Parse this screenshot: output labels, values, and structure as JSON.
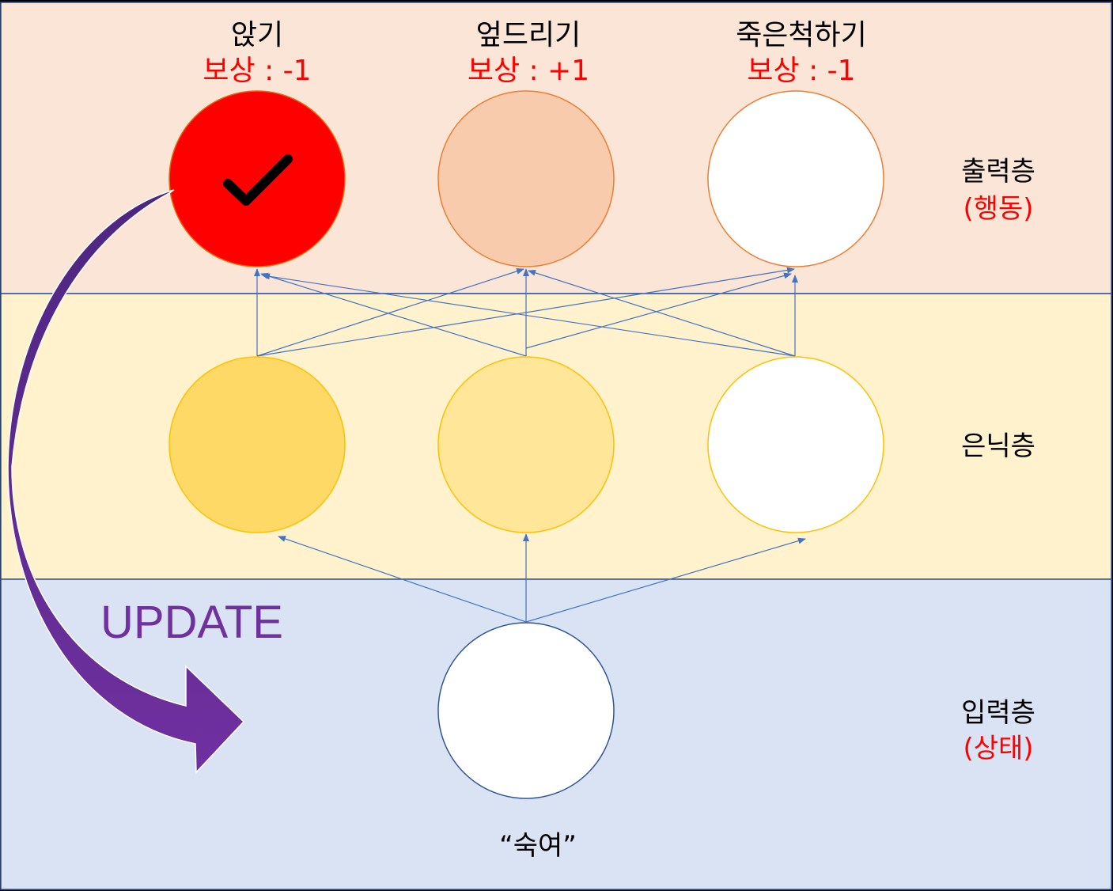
{
  "output_layer": {
    "label": "출력층",
    "sublabel": "(행동)",
    "actions": [
      {
        "name": "앉기",
        "reward": "보상 : -1",
        "fill": "#ff0000",
        "stroke": "#e36c0a",
        "selected": true
      },
      {
        "name": "엎드리기",
        "reward": "보상 : +1",
        "fill": "#f8cbad",
        "stroke": "#ed7d31",
        "selected": false
      },
      {
        "name": "죽은척하기",
        "reward": "보상 : -1",
        "fill": "#ffffff",
        "stroke": "#ed7d31",
        "selected": false
      }
    ]
  },
  "hidden_layer": {
    "label": "은닉층",
    "nodes": [
      {
        "fill": "#ffd966",
        "stroke": "#ffc000"
      },
      {
        "fill": "#ffe699",
        "stroke": "#ffc000"
      },
      {
        "fill": "#ffffff",
        "stroke": "#ffc000"
      }
    ]
  },
  "input_layer": {
    "label": "입력층",
    "sublabel": "(상태)",
    "node_label": "“숙여”",
    "node": {
      "fill": "#ffffff",
      "stroke": "#2f5597"
    }
  },
  "update_label": "UPDATE",
  "icons": {
    "selected_mark": "checkmark-icon",
    "update_arrow": "curved-arrow-icon"
  },
  "colors": {
    "output_band": "#fbe5d6",
    "hidden_band": "#fff2cc",
    "input_band": "#dae3f3",
    "connections": "#4472c4",
    "update_arrow": "#7030a0",
    "reward_text": "#ff0000"
  }
}
